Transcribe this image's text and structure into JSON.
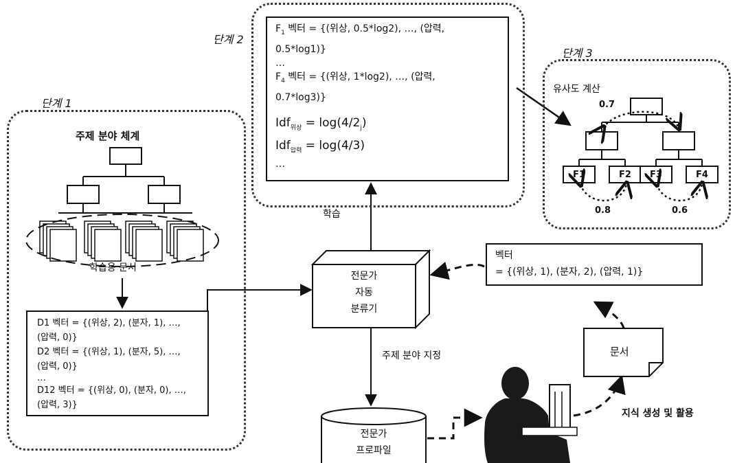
{
  "stages": {
    "s1": "단계 1",
    "s2": "단계 2",
    "s3": "단계 3"
  },
  "stage1": {
    "taxonomy_title": "주제 분야 체계",
    "docs_label": "학습용 문서",
    "vectors": [
      "D1 벡터 = {(위상, 2), (분자, 1), …,",
      "(압력, 0)}",
      "D2 벡터 = {(위상, 1), (분자, 5), …,",
      "(압력, 0)}",
      "…",
      "D12 벡터 = {(위상, 0), (분자, 0), …,",
      "(압력, 3)}"
    ]
  },
  "stage2": {
    "f1_prefix": "F",
    "f1_sub": "1",
    "f1_line1": " 벡터 = {(위상, 0.5*log2), …, (압력,",
    "f1_line2": "0.5*log1)}",
    "dots1": "…",
    "f4_prefix": "F",
    "f4_sub": "4",
    "f4_line1": " 벡터 = {(위상, 1*log2), …, (압력,",
    "f4_line2": "0.7*log3)}",
    "idf1_base": "Idf",
    "idf1_sub": "위상",
    "idf1_eq": " = log(4/2",
    "idf1_sub2": "j",
    "idf1_close": ")",
    "idf2_base": "Idf",
    "idf2_sub": "압력",
    "idf2_eq": " = log(4/3)",
    "dots2": "…"
  },
  "stage3": {
    "label": "유사도 계산",
    "sim_top": "0.7",
    "sim_left": "0.8",
    "sim_right": "0.6",
    "leaves": [
      "F1",
      "F2",
      "F3",
      "F4"
    ]
  },
  "classifier": {
    "line1": "전문가",
    "line2": "자동",
    "line3": "분류기"
  },
  "learn_label": "학습",
  "assign_label": "주제 분야 지정",
  "input_vector": {
    "line1": "벡터",
    "line2": "= {(위상, 1), (분자, 2), (압력, 1)}"
  },
  "profile": {
    "line1": "전문가",
    "line2": "프로파일"
  },
  "document_label": "문서",
  "knowledge_label": "지식 생성 및 활용"
}
